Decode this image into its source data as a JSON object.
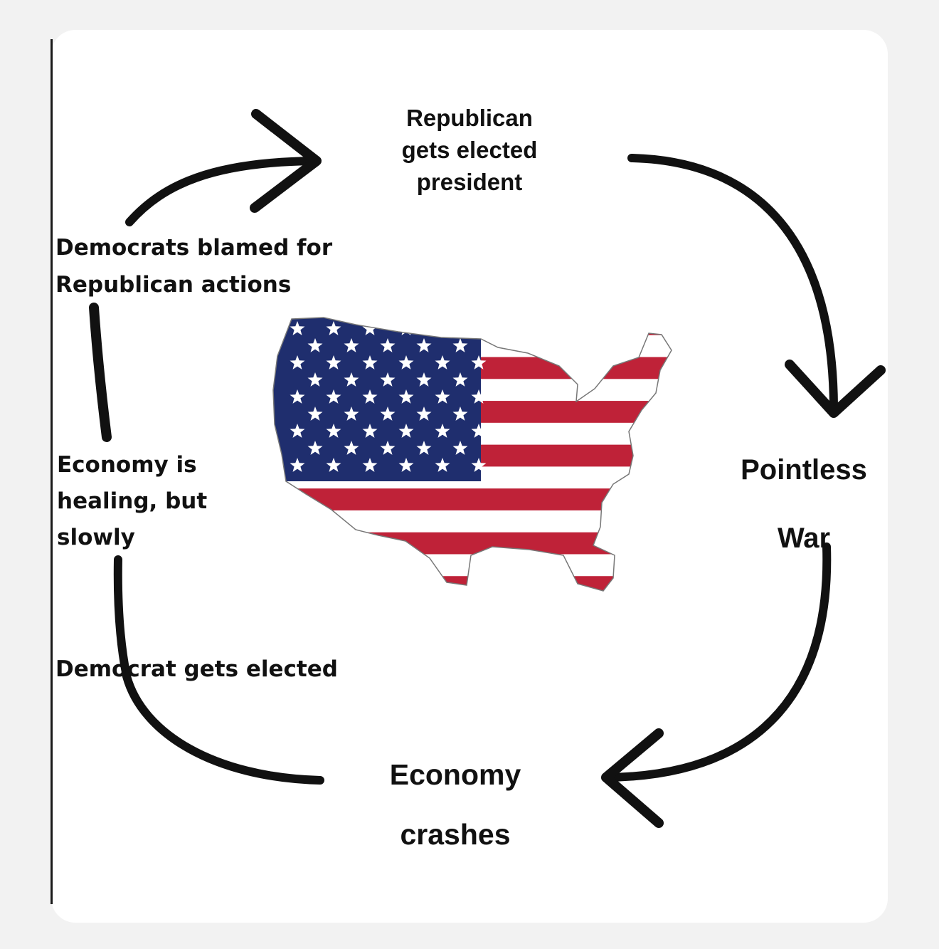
{
  "colors": {
    "red": "#bf2238",
    "blue": "#1f2e6e",
    "white": "#ffffff",
    "ink": "#111111"
  },
  "labels": {
    "republican_elected": [
      "Republican",
      "gets elected",
      "president"
    ],
    "pointless_war": [
      "Pointless",
      "War"
    ],
    "economy_crashes": [
      "Economy",
      "crashes"
    ],
    "democrat_elected": "Democrat gets elected",
    "economy_healing": [
      "Economy is",
      "healing, but",
      "slowly"
    ],
    "democrats_blamed": [
      "Democrats blamed for",
      "Republican actions"
    ]
  },
  "center_image": "us-flag-map"
}
